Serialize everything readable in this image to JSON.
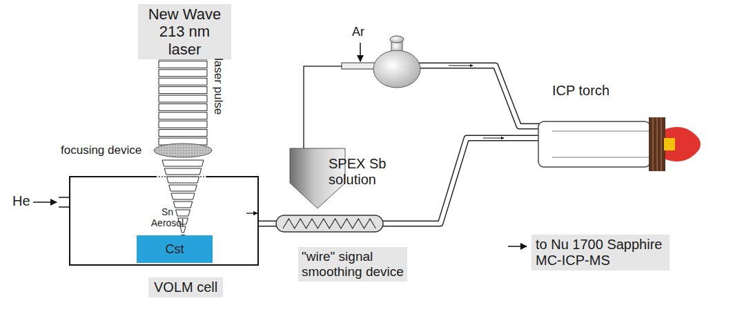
{
  "diagram": {
    "nodes": [
      {
        "text": [
          "New Wave 213 nm laser"
        ]
      },
      {
        "text": [
          "Sn Aerosol"
        ]
      },
      {
        "text": [
          "Cst"
        ],
        "in": 1
      },
      {
        "text": [
          "VOLM cell"
        ]
      },
      {
        "text": [
          "\"wire\" signal smoothing device"
        ]
      },
      {
        "text": [
          "to Nu 1700 Sapphire MC-ICP-MS"
        ]
      }
    ],
    "labels": [
      "laser pulse",
      "focusing device",
      "He",
      "Ar",
      "SPEX Sb solution",
      "ICP torch"
    ]
  }
}
